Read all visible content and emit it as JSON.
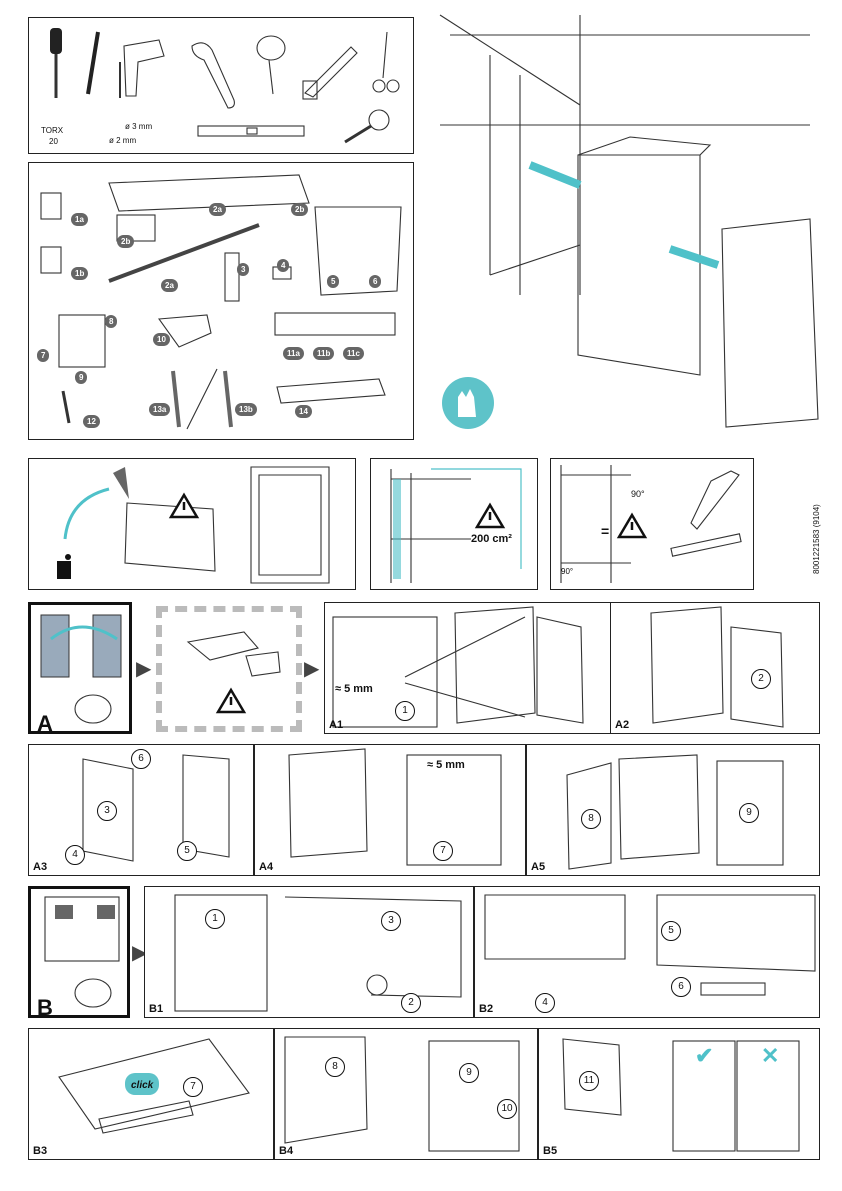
{
  "tools": {
    "torx_line1": "TORX",
    "torx_line2": "20",
    "drill_3": "ø 3 mm",
    "drill_2": "ø 2 mm"
  },
  "parts": [
    "1a",
    "1b",
    "2a",
    "2b",
    "2a",
    "2b",
    "2b",
    "3",
    "4",
    "5",
    "6",
    "7",
    "8",
    "9",
    "10",
    "11a",
    "11b",
    "11c",
    "12",
    "13a",
    "13b",
    "14"
  ],
  "warnings": {
    "ventilation": "200 cm²",
    "angle_top": "90°",
    "angle_bottom": "90°"
  },
  "doc_code": "8001221583 (9104)",
  "sections": {
    "A": "A",
    "A1": "A1",
    "A2": "A2",
    "A3": "A3",
    "A4": "A4",
    "A5": "A5",
    "B": "B",
    "B1": "B1",
    "B2": "B2",
    "B3": "B3",
    "B4": "B4",
    "B5": "B5"
  },
  "measures": {
    "a1_gap": "≈ 5 mm",
    "a4_gap": "≈ 5 mm"
  },
  "b3_click": "click",
  "step_numbers": {
    "a1": [
      "1"
    ],
    "a2": [
      "2"
    ],
    "a3": [
      "3",
      "4",
      "5",
      "6"
    ],
    "a4": [
      "7"
    ],
    "a5": [
      "8",
      "9"
    ],
    "b1": [
      "1",
      "2",
      "3"
    ],
    "b2": [
      "4",
      "5",
      "6"
    ],
    "b3": [
      "7"
    ],
    "b4": [
      "8",
      "9",
      "10"
    ],
    "b5": [
      "11"
    ]
  },
  "marks": {
    "ok": "✔",
    "bad": "✕",
    "equal": "="
  }
}
